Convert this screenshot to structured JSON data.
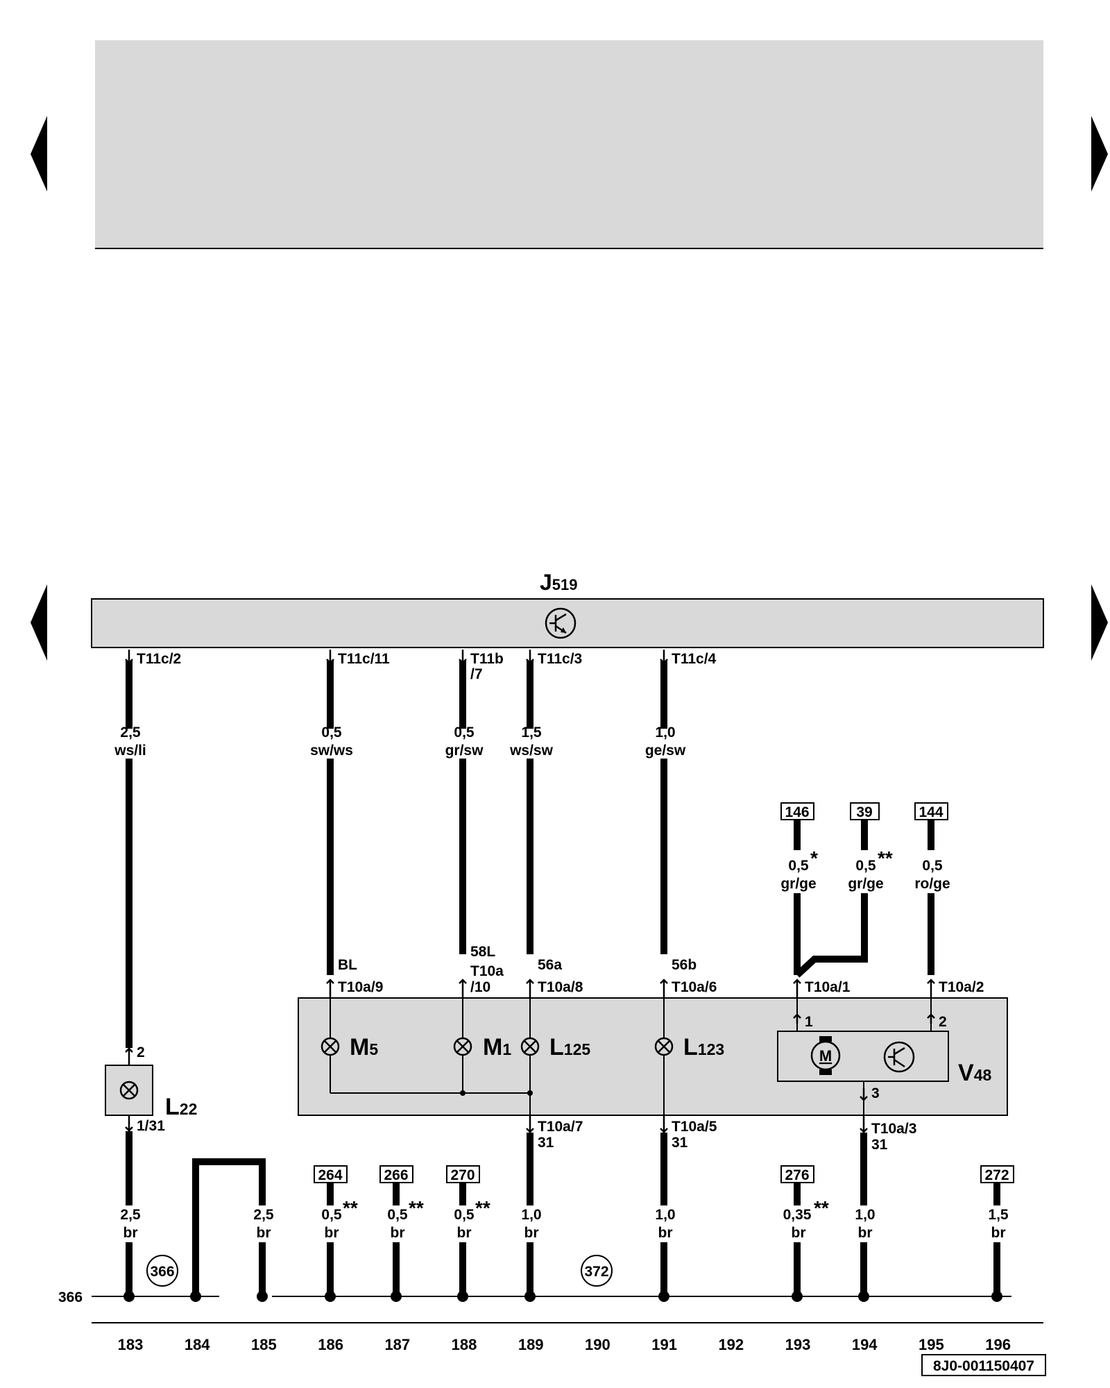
{
  "colors": {
    "panel_fill": "#d9d9d9",
    "wire": "#000000",
    "background": "#ffffff"
  },
  "header": {
    "arrow_left": "◀",
    "arrow_right": "▶"
  },
  "control_unit": {
    "name": "J",
    "sub": "519",
    "icon": "transistor-icon"
  },
  "wires": [
    {
      "id": "w183",
      "top_pin": "T11c/2",
      "gauge": "2,5",
      "color": "ws/li"
    },
    {
      "id": "w186",
      "top_pin": "T11c/11",
      "gauge": "0,5",
      "color": "sw/ws",
      "terminal": "BL",
      "bottom_pin": "T10a/9"
    },
    {
      "id": "w188",
      "top_pin": "T11b",
      "top_pin2": "/7",
      "gauge": "0,5",
      "color": "gr/sw",
      "terminal": "58L",
      "bottom_pin": "T10a",
      "bottom_pin2": "/10"
    },
    {
      "id": "w189",
      "top_pin": "T11c/3",
      "gauge": "1,5",
      "color": "ws/sw",
      "terminal": "56a",
      "bottom_pin": "T10a/8"
    },
    {
      "id": "w191",
      "top_pin": "T11c/4",
      "gauge": "1,0",
      "color": "ge/sw",
      "terminal": "56b",
      "bottom_pin": "T10a/6"
    }
  ],
  "feeds": [
    {
      "ref": "146",
      "gauge": "0,5",
      "mark": "*",
      "color": "gr/ge"
    },
    {
      "ref": "39",
      "gauge": "0,5",
      "mark": "**",
      "color": "gr/ge"
    },
    {
      "ref": "144",
      "gauge": "0,5",
      "mark": "",
      "color": "ro/ge"
    }
  ],
  "v48": {
    "name": "V",
    "sub": "48",
    "pin1": "T10a/1",
    "pin2": "T10a/2",
    "pin_a": "1",
    "pin_b": "2",
    "pin_c": "3",
    "motor": "M"
  },
  "components": [
    {
      "name": "M",
      "sub": "5"
    },
    {
      "name": "M",
      "sub": "1"
    },
    {
      "name": "L",
      "sub": "125"
    },
    {
      "name": "L",
      "sub": "123"
    }
  ],
  "l22": {
    "name": "L",
    "sub": "22",
    "pin_top": "2",
    "pin_bottom": "1/31"
  },
  "lower_pins": [
    {
      "pin": "T10a/7",
      "term": "31"
    },
    {
      "pin": "T10a/5",
      "term": "31"
    },
    {
      "pin": "T10a/3",
      "term": "31"
    }
  ],
  "lower_wires": [
    {
      "ref": "",
      "gauge": "2,5",
      "mark": "",
      "color": "br"
    },
    {
      "ref": "",
      "gauge": "2,5",
      "mark": "",
      "color": "br"
    },
    {
      "ref": "264",
      "gauge": "0,5",
      "mark": "**",
      "color": "br"
    },
    {
      "ref": "266",
      "gauge": "0,5",
      "mark": "**",
      "color": "br"
    },
    {
      "ref": "270",
      "gauge": "0,5",
      "mark": "**",
      "color": "br"
    },
    {
      "ref": "",
      "gauge": "1,0",
      "mark": "",
      "color": "br"
    },
    {
      "ref": "",
      "gauge": "1,0",
      "mark": "",
      "color": "br"
    },
    {
      "ref": "276",
      "gauge": "0,35",
      "mark": "**",
      "color": "br"
    },
    {
      "ref": "",
      "gauge": "1,0",
      "mark": "",
      "color": "br"
    },
    {
      "ref": "272",
      "gauge": "1,5",
      "mark": "",
      "color": "br"
    }
  ],
  "ground": {
    "label": "366",
    "circle1": "366",
    "circle2": "372"
  },
  "columns": [
    "183",
    "184",
    "185",
    "186",
    "187",
    "188",
    "189",
    "190",
    "191",
    "192",
    "193",
    "194",
    "195",
    "196"
  ],
  "doc_id": "8J0-001150407"
}
